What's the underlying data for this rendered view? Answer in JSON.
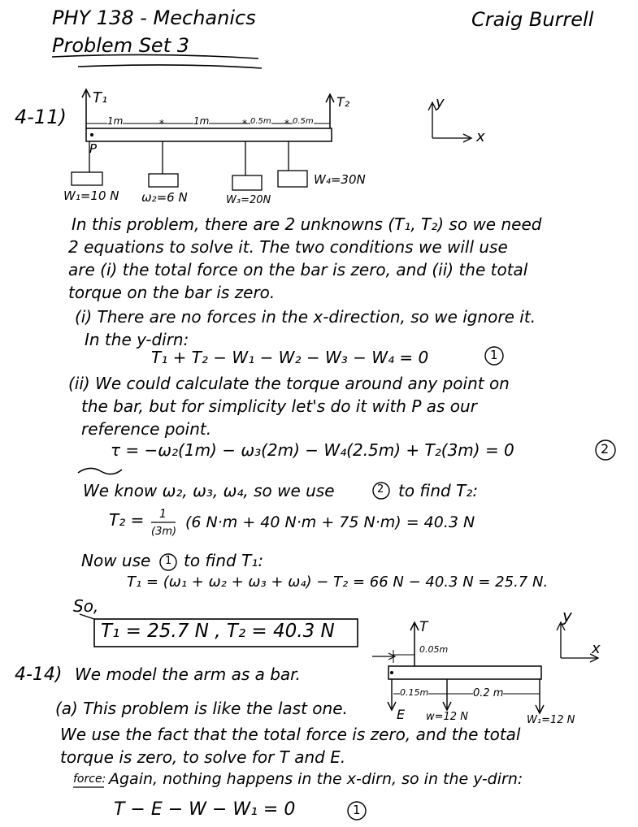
{
  "header": {
    "course": "PHY 138 - Mechanics",
    "problem_set": "Problem Set 3",
    "author": "Craig Burrell"
  },
  "p411": {
    "number": "4-11)",
    "diagram": {
      "t1": "T₁",
      "t2": "T₂",
      "d1": "1m",
      "d2": "1m",
      "d3": "0.5m",
      "d4": "0.5m",
      "point": "P",
      "w1": "W₁=10 N",
      "w2": "ω₂=6 N",
      "w3": "W₃=20N",
      "w4": "W₄=30N",
      "axis_y": "y",
      "axis_x": "x"
    },
    "lines": [
      "In this problem, there are 2 unknowns (T₁, T₂) so we need",
      "2 equations to solve it. The two conditions we will use",
      "are  (i) the total force on the bar is zero, and (ii) the total",
      "torque on the bar is zero.",
      "(i) There are no forces in the x-direction, so we ignore it.",
      "In the y-dirn:",
      "T₁ + T₂ − W₁ − W₂ − W₃ − W₄ = 0",
      "(ii) We could calculate the torque around any point on",
      "the bar, but for simplicity let's do it with P as our",
      "reference point.",
      "τ = −ω₂(1m) − ω₃(2m) − W₄(2.5m) + T₂(3m) = 0",
      "We know ω₂, ω₃, ω₄, so we use",
      "to find T₂:",
      "T₂ = ",
      "(6 N·m + 40 N·m + 75 N·m)  =  40.3 N",
      "Now use",
      "to find T₁:",
      "T₁ = (ω₁ + ω₂ + ω₃ + ω₄) − T₂ =  66 N − 40.3 N  =  25.7 N.",
      "So,",
      "T₁ = 25.7 N  ,  T₂ = 40.3 N"
    ],
    "frac_num": "1",
    "frac_den": "(3m)",
    "eq1": "1",
    "eq2": "2"
  },
  "p414": {
    "number": "4-14)",
    "diagram": {
      "t": "T",
      "d_top": "0.05m",
      "d1": "0.15m",
      "d2": "0.2 m",
      "e": "E",
      "w": "w=12 N",
      "w1": "W₁=12 N",
      "axis_y": "y",
      "axis_x": "x"
    },
    "lines": [
      "We model the arm as a bar.",
      "(a) This problem is like the last one.",
      "We use the fact that the total force is zero, and the total",
      "torque is zero, to solve for T and E.",
      "force:",
      "Again, nothing happens in the x-dirn, so in the y-dirn:",
      "T − E − W − W₁ = 0"
    ],
    "eq1": "1"
  }
}
